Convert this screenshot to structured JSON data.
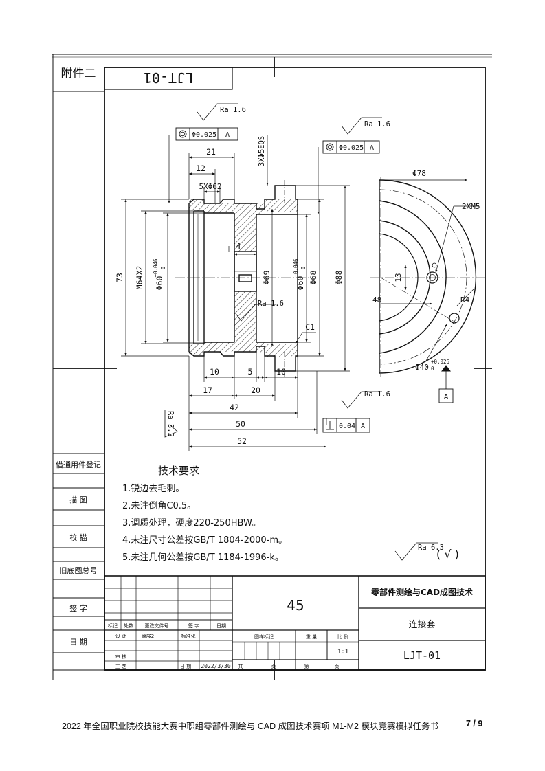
{
  "attachment_label": "附件二",
  "drawing_no_box": "LJT-01",
  "section_view": {
    "roughness_top_left": "Ra 1.6",
    "roughness_top_right": "Ra 1.6",
    "roughness_center": "Ra 1.6",
    "roughness_bottom": "Ra 1.6",
    "roughness_left": "Ra 3.2",
    "fcf_left_value": "Φ0.025",
    "fcf_left_datum": "A",
    "fcf_right_value": "Φ0.025",
    "fcf_right_datum": "A",
    "fcf_bottom_value": "0.04",
    "fcf_bottom_datum": "A",
    "holes_callout": "3XΦ5EQS",
    "dims": {
      "d21": "21",
      "d12": "12",
      "d5x62": "5XΦ62",
      "d4": "4",
      "d73": "73",
      "m64": "M64X2",
      "d60a": "Φ60",
      "d60a_tol": "+0.046",
      "d60a_tol2": "0",
      "d69": "Φ69",
      "d60b": "Φ60",
      "d60b_tol": "+0.046",
      "d60b_tol2": "0",
      "d68": "Φ68",
      "d88": "Φ88",
      "c1": "C1",
      "d10a": "10",
      "d5": "5",
      "d10b": "10",
      "d17": "17",
      "d20": "20",
      "d42": "42",
      "d50": "50",
      "d52": "52"
    }
  },
  "side_view": {
    "d78": "Φ78",
    "thread": "2XM5",
    "d13": "13",
    "d48": "48",
    "r4": "R4",
    "d40": "Φ40",
    "d40_tol": "+0.025",
    "d40_tol2": "0",
    "datum": "A"
  },
  "tech_req": {
    "title": "技术要求",
    "items": [
      "1.锐边去毛刺。",
      "2.未注倒角C0.5。",
      "3.调质处理，硬度220-250HBW。",
      "4.未注尺寸公差按GB/T 1804-2000-m。",
      "5.未注几何公差按GB/T 1184-1996-k。"
    ]
  },
  "general_roughness": "Ra 6.3",
  "general_roughness_paren": "( √ )",
  "left_strip": [
    "借通用件登记",
    "描 图",
    "校 描",
    "旧底图总号",
    "签 字",
    "日 期"
  ],
  "title_block": {
    "material": "45",
    "competition": "零部件测绘与CAD成图技术",
    "part_name": "连接套",
    "drawing_no": "LJT-01",
    "headers": [
      "标记",
      "处数",
      "更改文件号",
      "签 字",
      "日期"
    ],
    "row_design": [
      "设 计",
      "徐展2",
      "标准化"
    ],
    "row_review": "审 核",
    "row_process": "工 艺",
    "date_label": "日 期",
    "date_value": "2022/3/30",
    "stage_label": "图样标记",
    "weight_label": "重 量",
    "scale_label": "比 例",
    "scale_value": "1:1",
    "total_label": "共",
    "sheet_label": "页",
    "page_label": "第",
    "page_label2": "页"
  },
  "footer": {
    "text": "2022 年全国职业院校技能大赛中职组零部件测绘与 CAD 成图技术赛项 M1-M2 模块竞赛模拟任务书",
    "page": "7 / 9"
  }
}
